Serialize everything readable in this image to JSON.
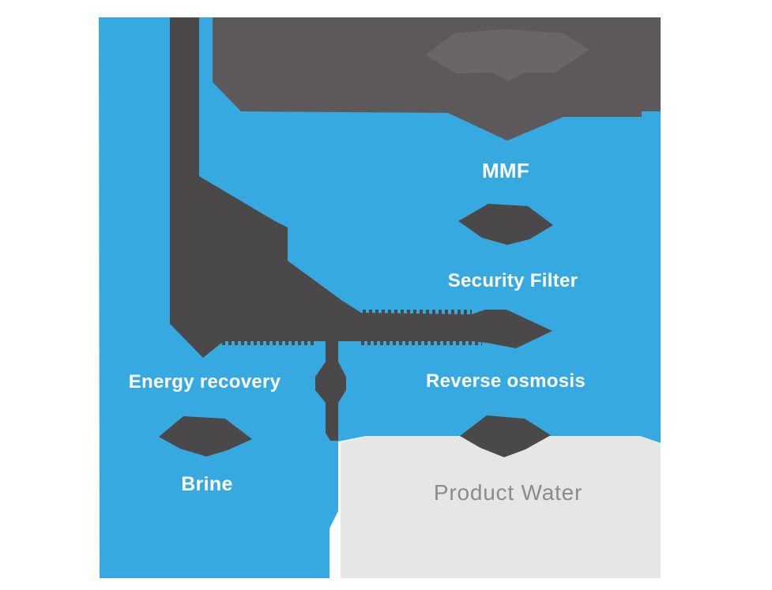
{
  "diagram": {
    "type": "process-flow",
    "subject": "seawater-desalination-flow",
    "stages": {
      "mmf": "MMF",
      "security_filter": "Security Filter",
      "energy_recovery": "Energy recovery",
      "reverse_osmosis": "Reverse osmosis",
      "brine": "Brine",
      "product_water": "Product Water"
    },
    "colors": {
      "water_blue": "#36A9E1",
      "header_gray": "#5D585A",
      "charcoal": "#4B4849",
      "banner_gray": "#6A6568",
      "product_gray": "#E6E6E6",
      "label_white": "#FFFFFF",
      "product_text": "#8B8B8D",
      "background": "#FFFFFF"
    }
  }
}
